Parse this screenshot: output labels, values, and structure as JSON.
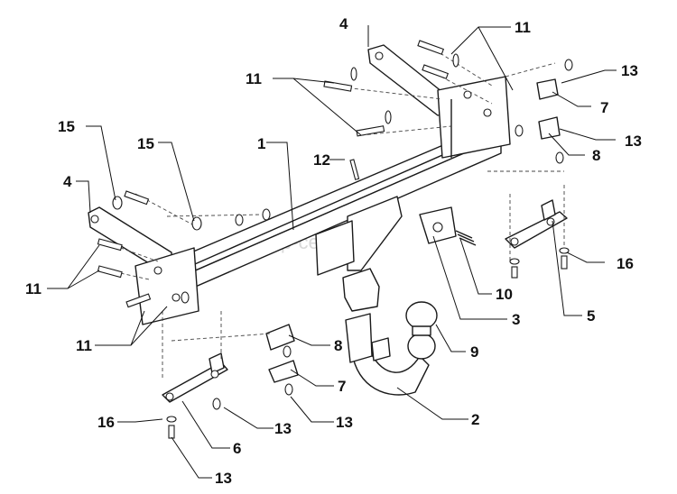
{
  "watermark": "farkop-center.ru",
  "callouts": [
    {
      "id": "c11a",
      "text": "11"
    },
    {
      "id": "c4a",
      "text": "4"
    },
    {
      "id": "c13a",
      "text": "13"
    },
    {
      "id": "c11b",
      "text": "11"
    },
    {
      "id": "c7a",
      "text": "7"
    },
    {
      "id": "c13b",
      "text": "13"
    },
    {
      "id": "c15a",
      "text": "15"
    },
    {
      "id": "c15b",
      "text": "15"
    },
    {
      "id": "c1",
      "text": "1"
    },
    {
      "id": "c12",
      "text": "12"
    },
    {
      "id": "c8a",
      "text": "8"
    },
    {
      "id": "c4b",
      "text": "4"
    },
    {
      "id": "c16a",
      "text": "16"
    },
    {
      "id": "c11c",
      "text": "11"
    },
    {
      "id": "c10",
      "text": "10"
    },
    {
      "id": "c3",
      "text": "3"
    },
    {
      "id": "c5",
      "text": "5"
    },
    {
      "id": "c11d",
      "text": "11"
    },
    {
      "id": "c8b",
      "text": "8"
    },
    {
      "id": "c9",
      "text": "9"
    },
    {
      "id": "c7b",
      "text": "7"
    },
    {
      "id": "c2",
      "text": "2"
    },
    {
      "id": "c16b",
      "text": "16"
    },
    {
      "id": "c13c",
      "text": "13"
    },
    {
      "id": "c13d",
      "text": "13"
    },
    {
      "id": "c6",
      "text": "6"
    },
    {
      "id": "c13e",
      "text": "13"
    }
  ]
}
